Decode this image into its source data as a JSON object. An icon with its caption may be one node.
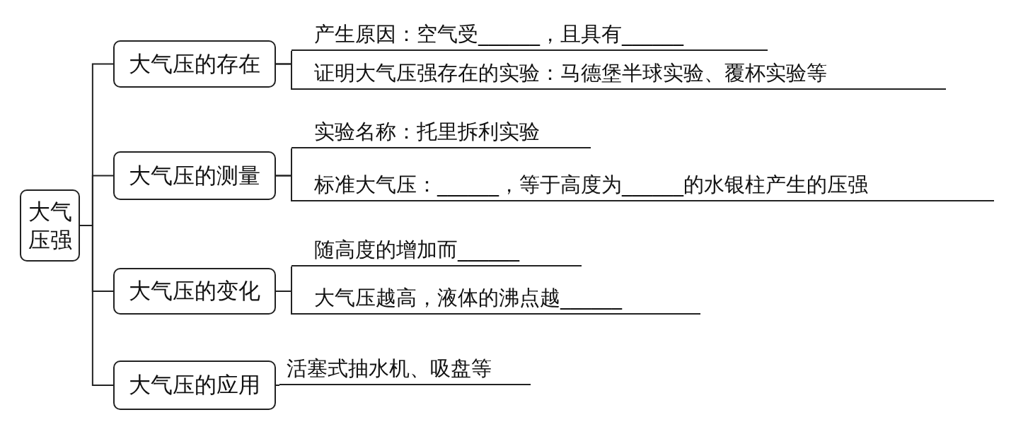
{
  "diagram": {
    "nodes": [
      {
        "text": [
          "大气压强"
        ]
      },
      {
        "text": [
          "大气压的存在"
        ]
      },
      {
        "text": [
          "产生原因：空气受______，且具有______"
        ]
      },
      {
        "text": [
          "证明大气压强存在的实验：马德堡半球实验、覆杯实验等"
        ]
      },
      {
        "text": [
          "大气压的测量"
        ]
      },
      {
        "text": [
          "实验名称：托里拆利实验"
        ]
      },
      {
        "text": [
          "标准大气压：______，等于高度为______的水银柱产生的压强"
        ]
      },
      {
        "text": [
          "大气压的变化"
        ]
      },
      {
        "text": [
          "随高度的增加而______"
        ]
      },
      {
        "text": [
          "大气压越高，液体的沸点越______"
        ]
      },
      {
        "text": [
          "大气压的应用"
        ]
      },
      {
        "text": [
          "活塞式抽水机、吸盘等"
        ]
      }
    ],
    "edges": [
      {
        "from": 0,
        "to": 1,
        "arrow": "none"
      },
      {
        "from": 0,
        "to": 4,
        "arrow": "none"
      },
      {
        "from": 0,
        "to": 7,
        "arrow": "none"
      },
      {
        "from": 0,
        "to": 10,
        "arrow": "none"
      },
      {
        "from": 1,
        "to": 2,
        "arrow": "none"
      },
      {
        "from": 1,
        "to": 3,
        "arrow": "none"
      },
      {
        "from": 4,
        "to": 5,
        "arrow": "none"
      },
      {
        "from": 4,
        "to": 6,
        "arrow": "none"
      },
      {
        "from": 7,
        "to": 8,
        "arrow": "none"
      },
      {
        "from": 7,
        "to": 9,
        "arrow": "none"
      },
      {
        "from": 10,
        "to": 11,
        "arrow": "none"
      }
    ]
  }
}
